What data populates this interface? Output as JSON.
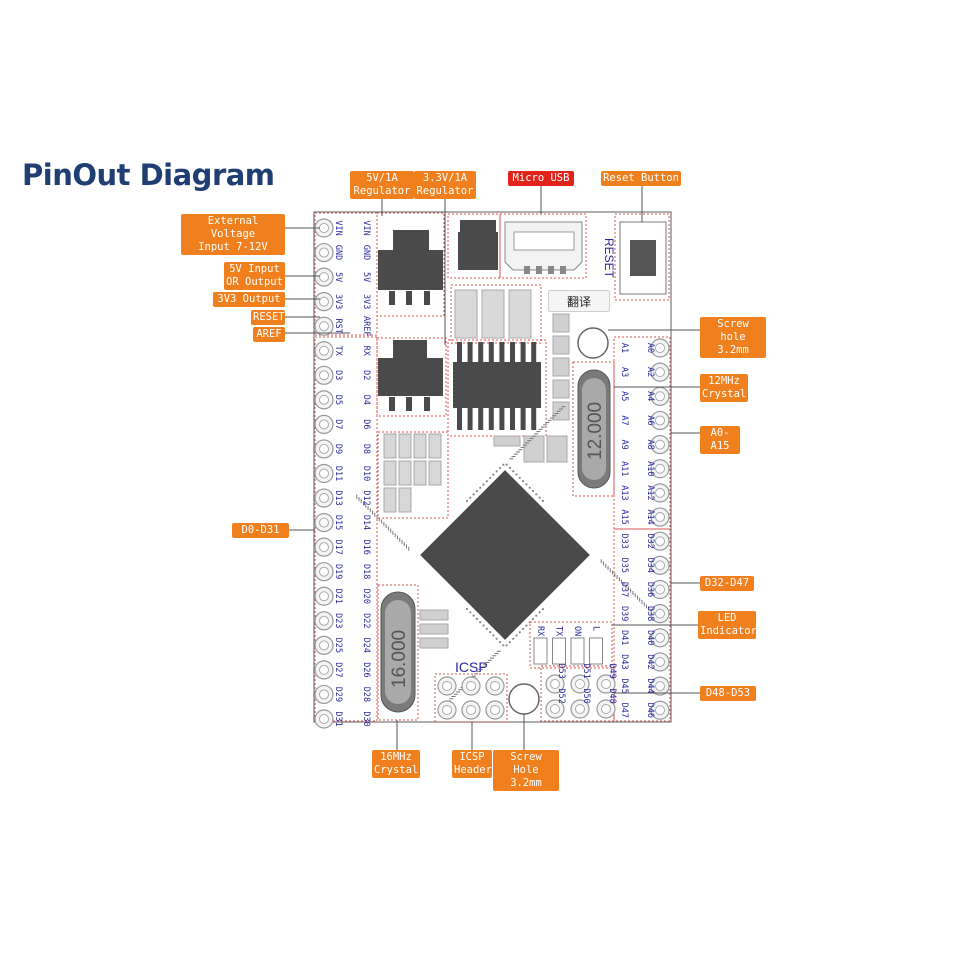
{
  "title": "PinOut Diagram",
  "callouts": {
    "reg5v": "5V/1A\nRegulator",
    "reg33": "3.3V/1A\nRegulator",
    "usb": "Micro USB",
    "reset_button": "Reset Button",
    "ext_voltage": "External Voltage\nInput 7-12V",
    "v5_io": "5V Input\nOR Output",
    "v33_out": "3V3 Output",
    "reset": "RESET",
    "aref": "AREF",
    "screw_top": "Screw hole\n3.2mm",
    "crystal12": "12MHz\nCrystal",
    "a0_a15": "A0-A15",
    "d0_d31": "D0-D31",
    "d32_d47": "D32-D47",
    "led": "LED\nIndicator",
    "d48_d53": "D48-D53",
    "crystal16": "16MHz\nCrystal",
    "icsp": "ICSP\nHeader",
    "screw_bottom": "Screw Hole\n3.2mm"
  },
  "board": {
    "left_outer": [
      "VIN",
      "GND",
      "5V",
      "3V3",
      "RST",
      "TX",
      "D3",
      "D5",
      "D7",
      "D9",
      "D11",
      "D13",
      "D15",
      "D17",
      "D19",
      "D21",
      "D23",
      "D25",
      "D27",
      "D29",
      "D31"
    ],
    "left_inner": [
      "VIN",
      "GND",
      "5V",
      "3V3",
      "AREF",
      "RX",
      "D2",
      "D4",
      "D6",
      "D8",
      "D10",
      "D12",
      "D14",
      "D16",
      "D18",
      "D20",
      "D22",
      "D24",
      "D26",
      "D28",
      "D30"
    ],
    "right_inner": [
      "A1",
      "A3",
      "A5",
      "A7",
      "A9",
      "A11",
      "A13",
      "A15",
      "D33",
      "D35",
      "D37",
      "D39",
      "D41",
      "D43",
      "D45",
      "D47"
    ],
    "right_outer": [
      "A0",
      "A2",
      "A4",
      "A6",
      "A8",
      "A10",
      "A12",
      "A14",
      "D32",
      "D34",
      "D36",
      "D38",
      "D40",
      "D42",
      "D44",
      "D46"
    ],
    "bottom_top": [
      "D53",
      "D51",
      "D49"
    ],
    "bottom_bottom": [
      "D52",
      "D50",
      "D48"
    ],
    "reset_label": "RESET",
    "icsp_label": "ICSP",
    "crystal12_value": "12.000",
    "crystal16_value": "16.000",
    "led_labels": [
      "RX",
      "TX",
      "ON",
      "L"
    ],
    "translate_button": "翻译"
  },
  "colors": {
    "accent": "#f07f1d",
    "usb": "#e2231a",
    "title": "#1f3f73",
    "silk": "#2a2aa0",
    "chip": "#4a4a4a"
  }
}
